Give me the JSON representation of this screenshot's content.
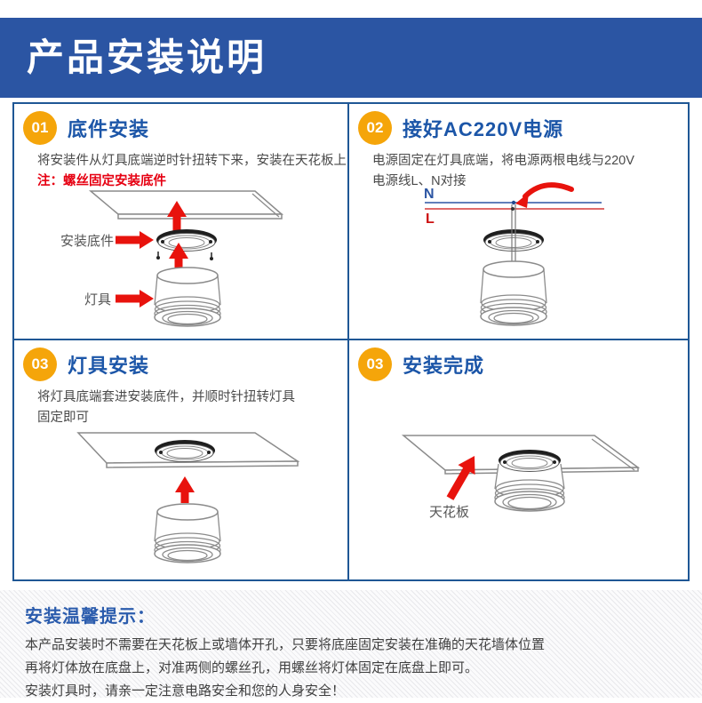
{
  "header": {
    "title": "产品安装说明"
  },
  "steps": [
    {
      "num": "01",
      "title": "底件安装",
      "lines": [
        "将安装件从灯具底端逆时针扭转下来，安装在天花板上"
      ],
      "note": "注：螺丝固定安装底件",
      "labels": {
        "base": "安装底件",
        "lamp": "灯具"
      }
    },
    {
      "num": "02",
      "title": "接好AC220V电源",
      "lines": [
        "电源固定在灯具底端，将电源两根电线与220V",
        "电源线L、N对接"
      ],
      "labels": {
        "neutral": "N",
        "live": "L"
      }
    },
    {
      "num": "03",
      "title": "灯具安装",
      "lines": [
        "将灯具底端套进安装底件，并顺时针扭转灯具",
        "固定即可"
      ]
    },
    {
      "num": "03",
      "title": "安装完成",
      "labels": {
        "ceiling": "天花板"
      }
    }
  ],
  "tips": {
    "title": "安装温馨提示：",
    "lines": [
      "本产品安装时不需要在天花板上或墙体开孔，只要将底座固定安装在准确的天花墙体位置",
      "再将灯体放在底盘上，对准两侧的螺丝孔，用螺丝将灯体固定在底盘上即可。",
      "安装灯具时，请亲一定注意电路安全和您的人身安全！"
    ]
  },
  "colors": {
    "header_bg": "#2b55a3",
    "step_title_blue": "#1c56a8",
    "badge_orange": "#f5a50a",
    "note_red": "#e60012",
    "arrow_red": "#e8130d",
    "panel_border_blue": "#1f5795",
    "wire_n_blue": "#2b55a3",
    "wire_l_red": "#cc1111"
  }
}
